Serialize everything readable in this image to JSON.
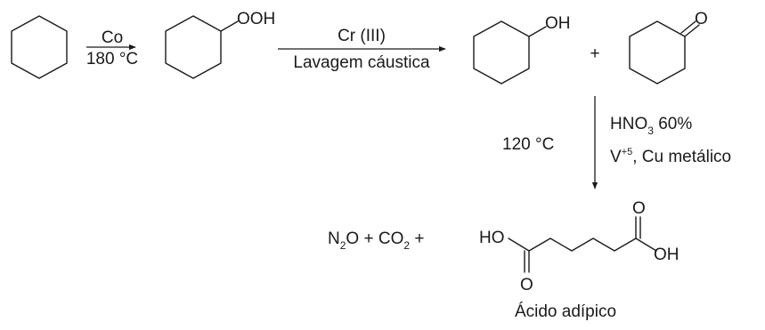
{
  "step1": {
    "catalyst": "Co",
    "temperature": "180 °C"
  },
  "hydroperoxide": {
    "group": "OOH"
  },
  "step2": {
    "catalyst": "Cr (III)",
    "treatment": "Lavagem cáustica"
  },
  "alcohol": {
    "group": "OH"
  },
  "plus": "+",
  "ketone": {
    "group": "O"
  },
  "step3": {
    "temperature": "120 °C",
    "reagent_main": "HNO",
    "reagent_sub": "3",
    "reagent_conc": " 60%",
    "catalyst_main": "V",
    "catalyst_sup": "+5",
    "catalyst_rest": ", Cu metálico"
  },
  "byproducts": {
    "n_main": "N",
    "n_sub": "2",
    "n_rest": "O + CO",
    "c_sub": "2",
    "c_rest": " +"
  },
  "product": {
    "ho": "HO",
    "o_top": "O",
    "oh": "OH",
    "o_bottom": "O",
    "name": "Ácido adípico"
  }
}
